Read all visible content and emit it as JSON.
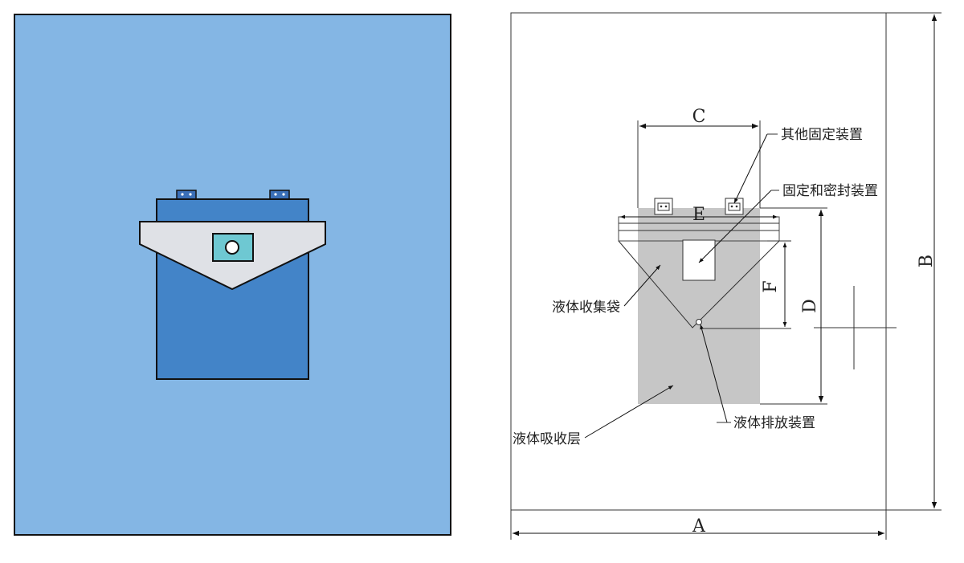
{
  "colors": {
    "drape_blue": "#84b6e4",
    "pocket_blue": "#4384c8",
    "flap_grey": "#dfe1e6",
    "window_cyan": "#6ec8d2",
    "tab_blue": "#3a6fb8",
    "bag_grey": "#c6c6c6"
  },
  "icons": [
    "drape-illustration",
    "technical-drawing"
  ],
  "dimensions": {
    "a": "A",
    "b": "B",
    "c": "C",
    "d": "D",
    "e": "E",
    "f": "F"
  },
  "callouts": {
    "other_fixing": "其他固定装置",
    "fixing_sealing": "固定和密封装置",
    "liquid_collection_bag": "液体收集袋",
    "liquid_drain": "液体排放装置",
    "liquid_absorb_layer": "液体吸收层"
  }
}
